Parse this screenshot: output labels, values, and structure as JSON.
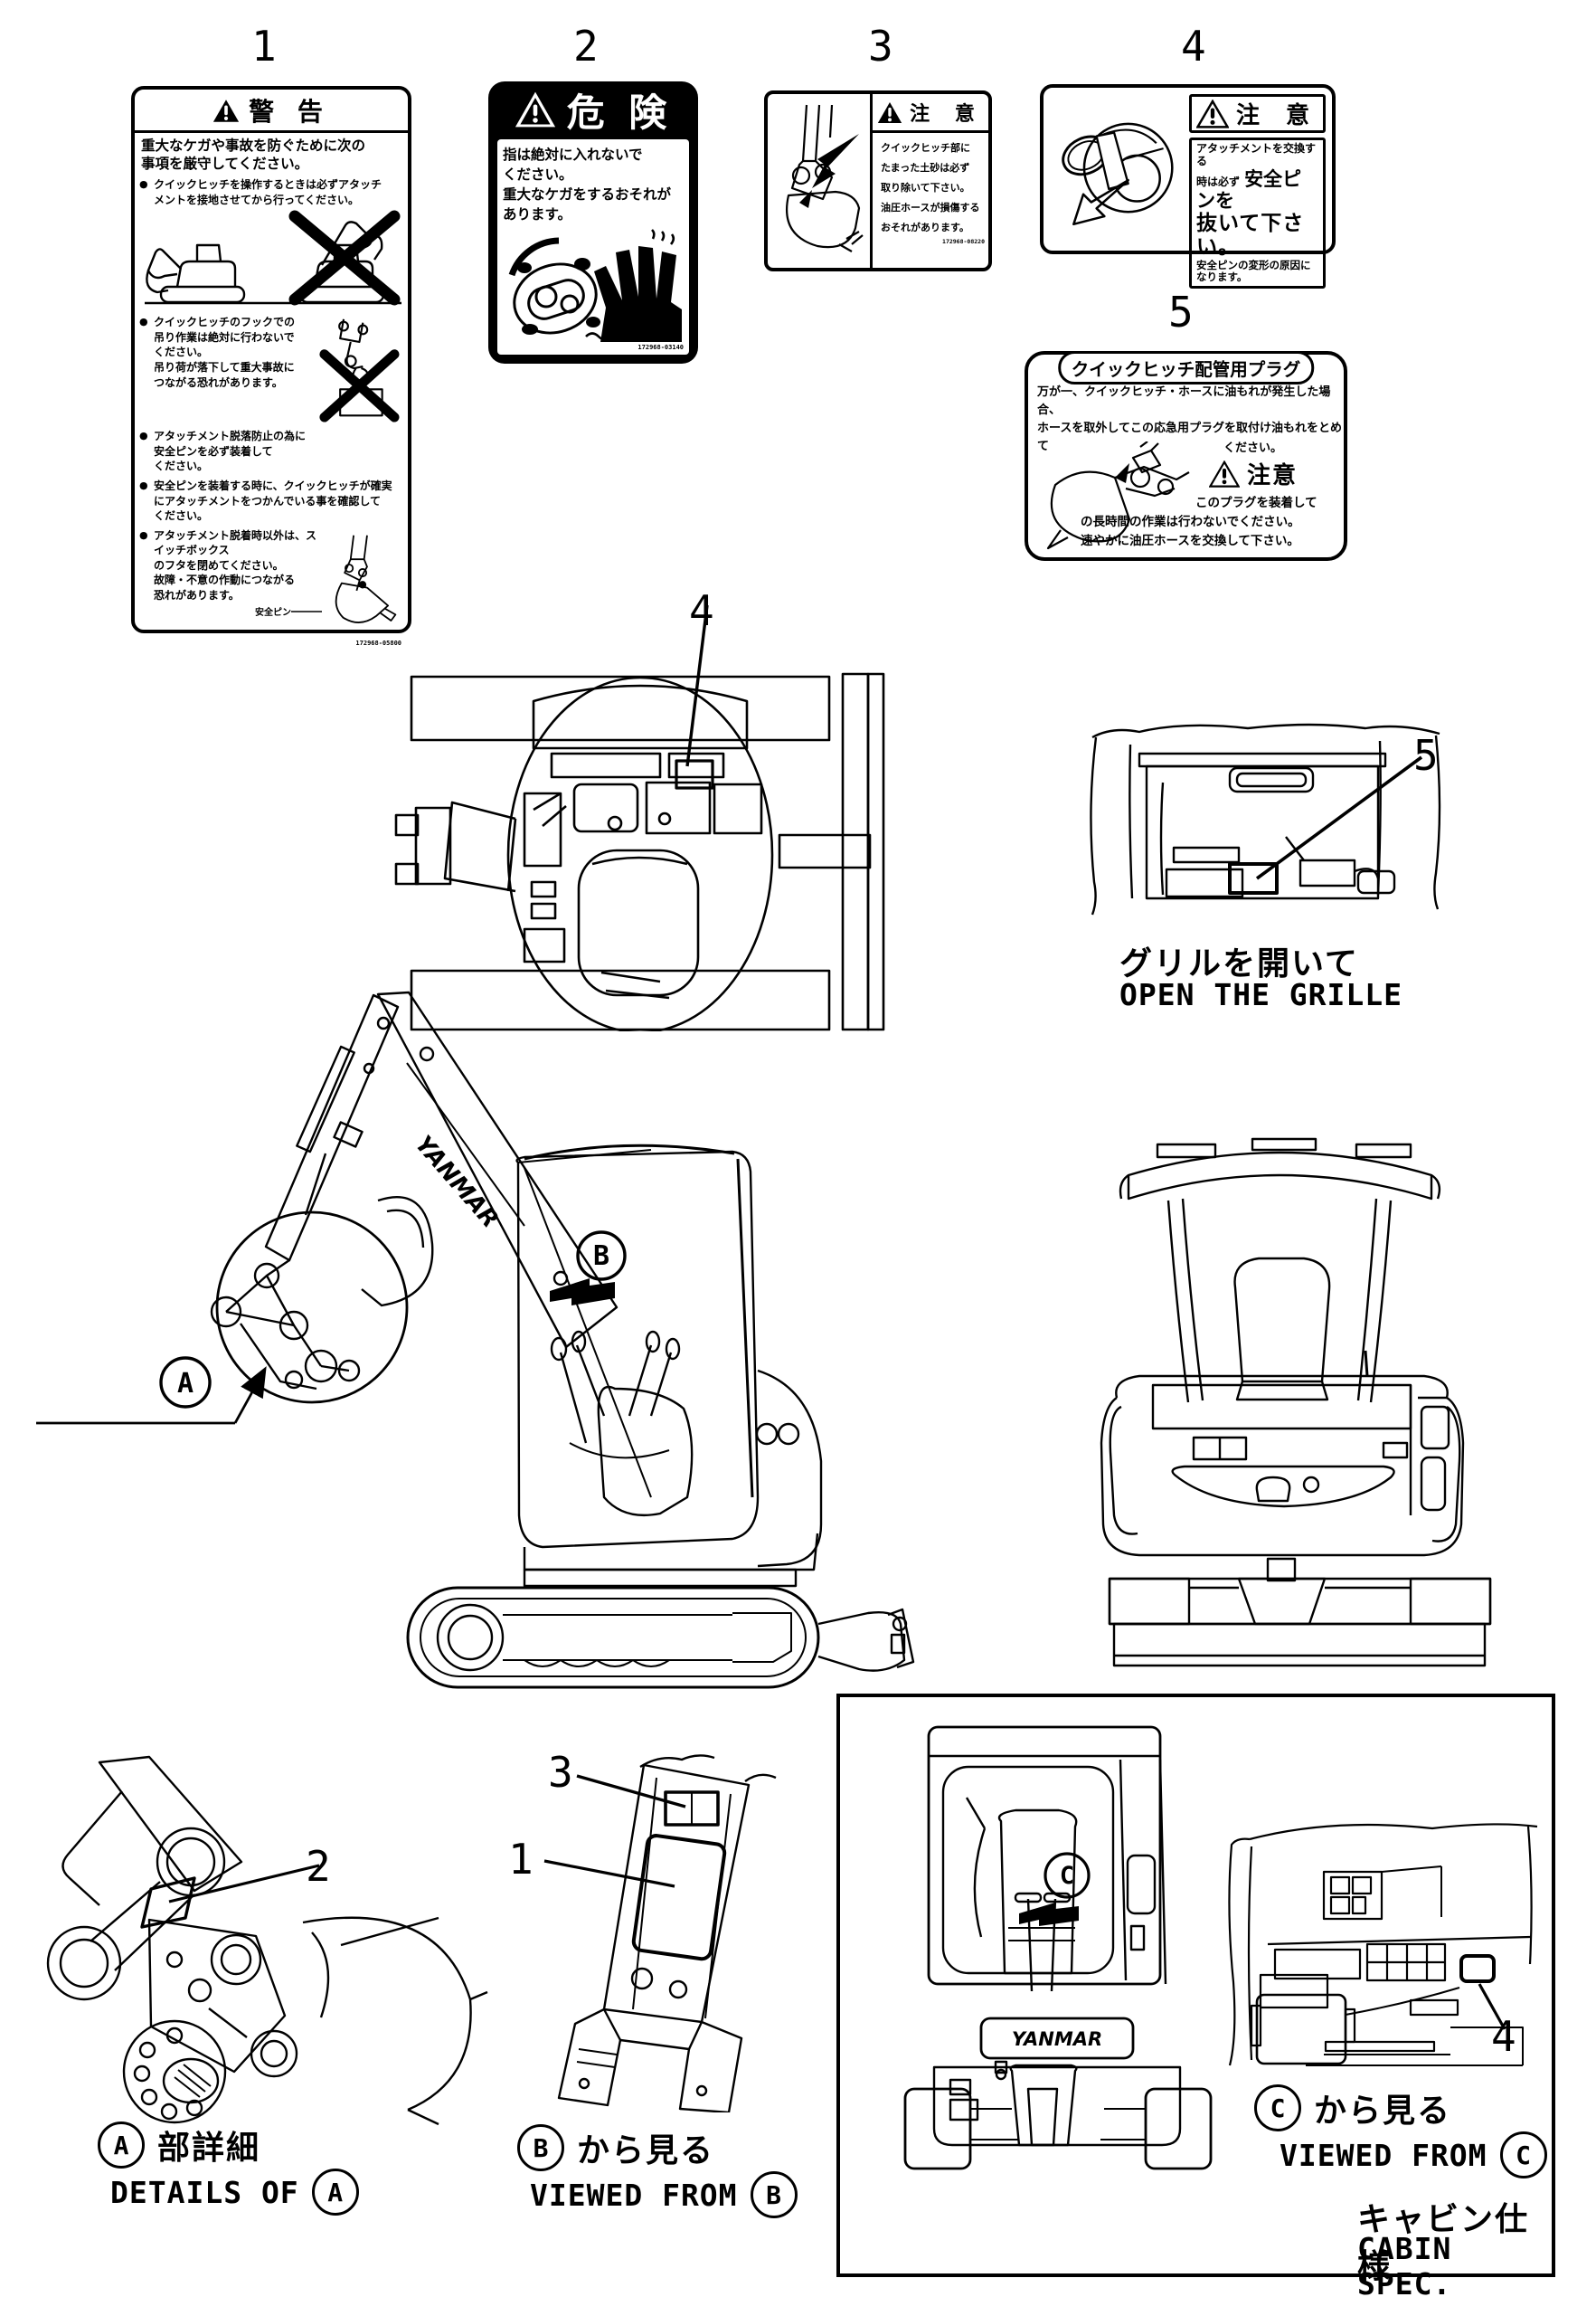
{
  "page": {
    "bg": "#ffffff",
    "ink": "#000000"
  },
  "callouts": {
    "c1": "1",
    "c2": "2",
    "c3": "3",
    "c4": "4",
    "c5": "5"
  },
  "refs": {
    "a": "A",
    "b": "B",
    "c": "C"
  },
  "brand": "YANMAR",
  "labels": {
    "warning1": {
      "header": "警 告",
      "intro": [
        "重大なケガや事故を防ぐために次の",
        "事項を厳守してください。"
      ],
      "bullet1": [
        "クイックヒッチを操作するときは必ずアタッチ",
        "メントを接地させてから行ってください。"
      ],
      "bullet2": [
        "クイックヒッチのフックでの",
        "吊り作業は絶対に行わないで",
        "ください。",
        "吊り荷が落下して重大事故に",
        "つながる恐れがあります。"
      ],
      "bullet3": [
        "アタッチメント脱落防止の為に",
        "安全ピンを必ず装着して",
        "ください。"
      ],
      "bullet4": [
        "安全ピンを装着する時に、クイックヒッチが確実",
        "にアタッチメントをつかんでいる事を確認して",
        "ください。"
      ],
      "bullet5": [
        "アタッチメント脱着時以外は、スイッチボックス",
        "のフタを閉めてください。",
        "故障・不意の作動につながる",
        "恐れがあります。"
      ],
      "pin_label": "安全ピン",
      "code": "172968-05800"
    },
    "danger2": {
      "header": "危 険",
      "body": [
        "指は絶対に入れないで",
        "ください。",
        "重大なケガをするおそれが",
        "あります。"
      ],
      "code": "172968-03140"
    },
    "caution3": {
      "header": "注 意",
      "body": [
        "クイックヒッチ部に",
        "たまった土砂は必ず",
        "取り除いて下さい。",
        "油圧ホースが損傷する",
        "おそれがあります。"
      ],
      "code": "172968-08220"
    },
    "caution4": {
      "header": "注 意",
      "line1": "アタッチメントを交換する",
      "line2a": "時は必ず",
      "line2b": "安全ピンを",
      "line3": "抜いて下さい。",
      "line4": [
        "安全ピンの変形の原因に",
        "なります。"
      ]
    },
    "plug5": {
      "title": "クイックヒッチ配管用プラグ",
      "body": [
        "万が一、クイックヒッチ・ホースに油もれが発生した場合、",
        "ホースを取外してこの応急用プラグを取付け油もれをとめて"
      ],
      "body2": "ください。",
      "caution": "注意",
      "note1": "このプラグを装着して",
      "note2": [
        "の長時間の作業は行わないでください。",
        "速やかに油圧ホースを交換して下さい。"
      ]
    }
  },
  "captions": {
    "grille_ja": "グリルを開いて",
    "grille_en": "OPEN THE GRILLE",
    "detail_ja": "部詳細",
    "detail_en": "DETAILS OF",
    "view_ja": "から見る",
    "view_en": "VIEWED FROM",
    "cabin_ja": "キャビン仕様",
    "cabin_en": "CABIN SPEC."
  }
}
